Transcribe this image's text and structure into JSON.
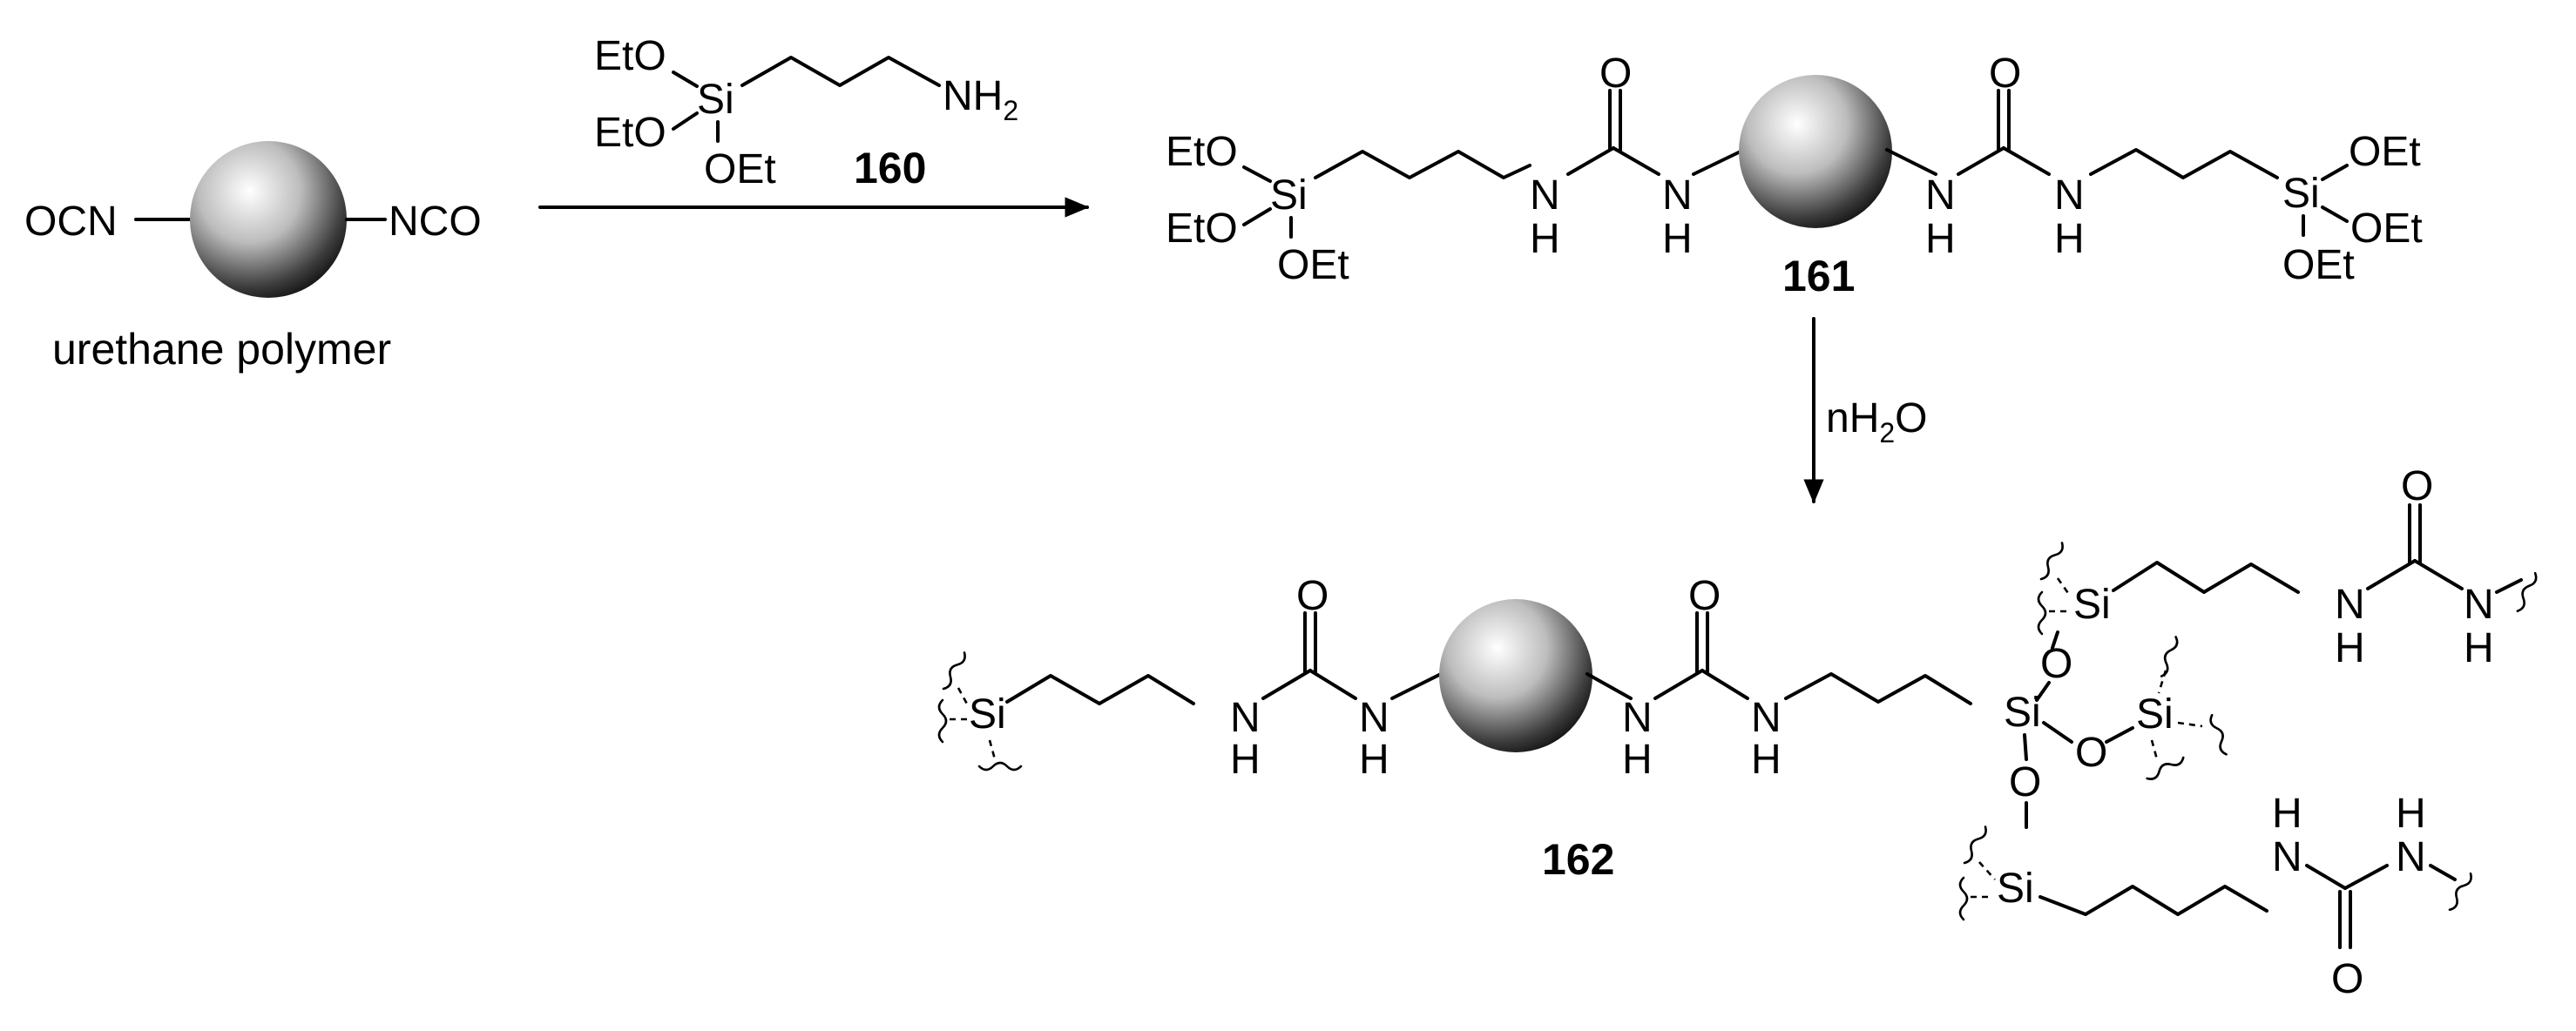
{
  "scheme": {
    "start": {
      "left_group": "OCN",
      "right_group": "NCO",
      "caption": "urethane polymer"
    },
    "reagent": {
      "ethoxy": "EtO",
      "ethoxy_bottom": "OEt",
      "silicon": "Si",
      "amine": "NH",
      "amine_subscript": "2",
      "label": "160"
    },
    "product_161": {
      "label": "161",
      "ethoxy_left": "EtO",
      "ethoxy_right": "OEt",
      "silicon": "Si",
      "nitrogen": "N",
      "hydrogen": "H",
      "oxygen": "O"
    },
    "hydrolysis": {
      "prefix": "nH",
      "subscript": "2",
      "suffix": "O"
    },
    "product_162": {
      "label": "162",
      "silicon": "Si",
      "oxygen": "O",
      "nitrogen": "N",
      "hydrogen": "H"
    }
  }
}
